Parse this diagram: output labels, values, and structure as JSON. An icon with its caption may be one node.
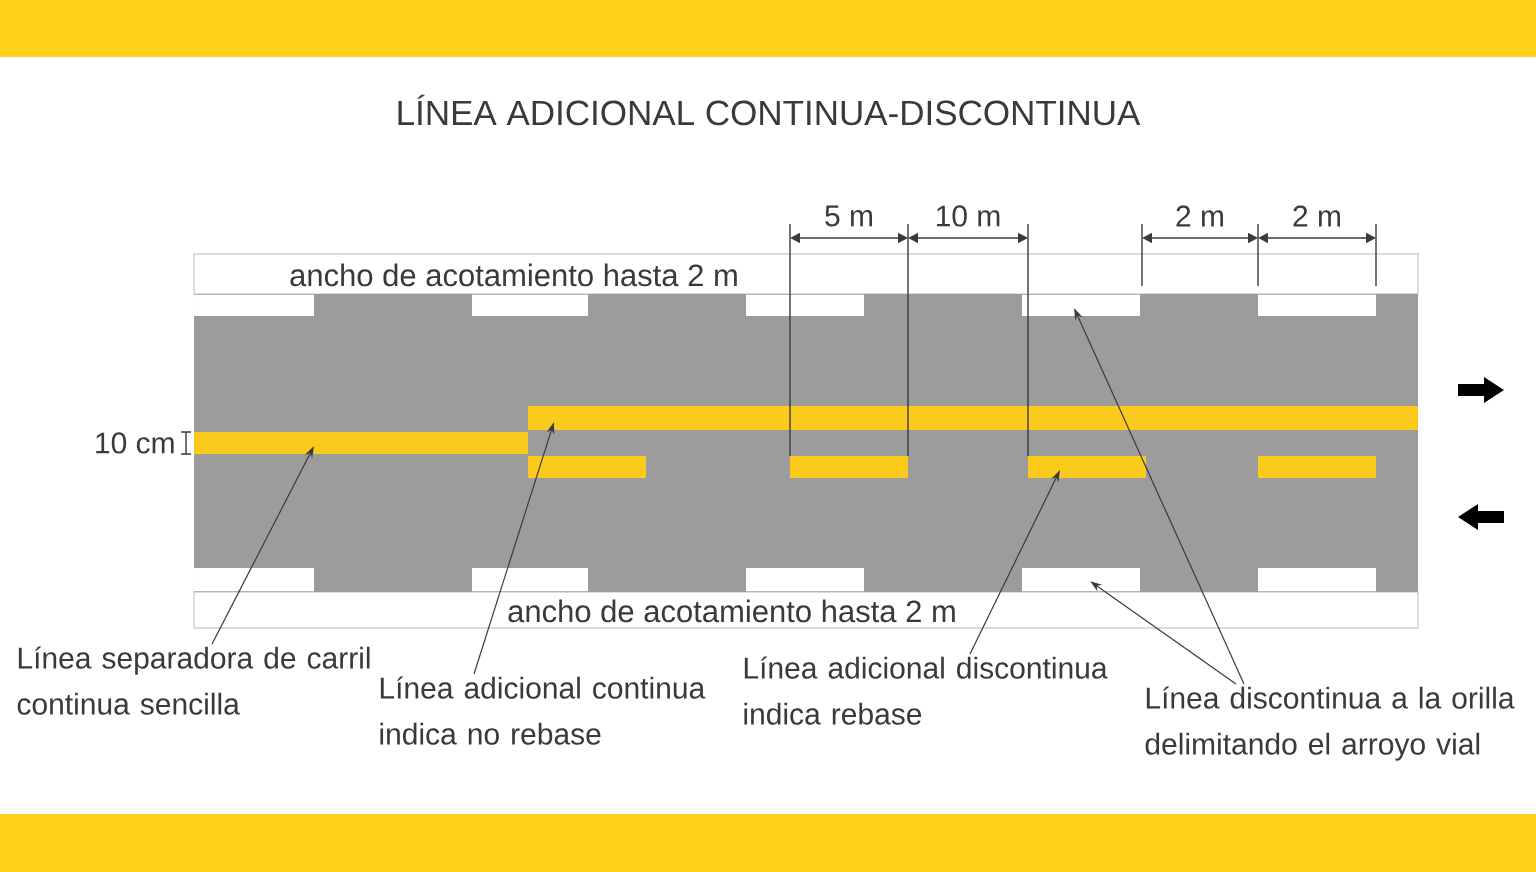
{
  "diagram": {
    "title": "LÍNEA ADICIONAL CONTINUA-DISCONTINUA",
    "nodes": [
      {
        "text": [],
        "shape": "bar"
      },
      {
        "text": [],
        "shape": "bar"
      },
      {
        "text": [],
        "shape": "bar"
      },
      {
        "text": [],
        "shape": "bar"
      },
      {
        "text": [],
        "shape": "bar"
      },
      {
        "text": [],
        "shape": "bar"
      },
      {
        "text": [],
        "shape": "bar"
      },
      {
        "text": [],
        "shape": "bar"
      },
      {
        "text": [],
        "shape": "bar"
      },
      {
        "text": [],
        "shape": "bar"
      },
      {
        "text": [],
        "shape": "bar"
      },
      {
        "text": [],
        "shape": "bar"
      },
      {
        "text": [],
        "shape": "bar"
      },
      {
        "text": [],
        "shape": "bar"
      },
      {
        "text": [],
        "shape": "bar"
      },
      {
        "text": [],
        "shape": "bar"
      },
      {
        "text": [
          "Línea separadora de carril continua sencilla"
        ]
      },
      {
        "text": [
          "Línea adicional continua indica no rebase"
        ]
      },
      {
        "text": [
          "Línea adicional discontinua indica rebase"
        ]
      },
      {
        "text": [
          "Línea discontinua a la orilla delimitando el arroyo vial"
        ]
      }
    ],
    "edges": [
      {
        "from": 16,
        "to": 6,
        "arrow": "to"
      },
      {
        "from": 17,
        "to": 5,
        "arrow": "to"
      },
      {
        "from": 18,
        "to": 9,
        "arrow": "to"
      },
      {
        "from": 19,
        "to": 3,
        "arrow": "to"
      },
      {
        "from": 19,
        "to": 14,
        "arrow": "to"
      }
    ],
    "labels": [
      "5 m",
      "10 m",
      "2 m",
      "2 m",
      "ancho de acotamiento hasta 2 m",
      "10 cm",
      "ancho de acotamiento hasta 2 m"
    ]
  }
}
